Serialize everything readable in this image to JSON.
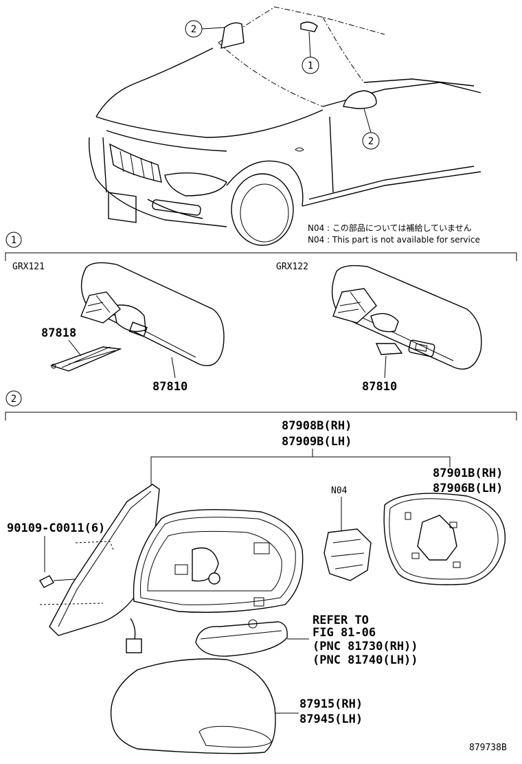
{
  "callouts": {
    "c1": "1",
    "c2": "2"
  },
  "notes": {
    "jp": "N04 :  この部品については補給していません",
    "en": "N04 :  This part is not available for service"
  },
  "groups": {
    "grx121": "GRX121",
    "grx122": "GRX122"
  },
  "parts": {
    "p87818": "87818",
    "p87810a": "87810",
    "p87810b": "87810",
    "p87908": "87908B(RH)",
    "p87909": "87909B(LH)",
    "p87901": "87901B(RH)",
    "p87906": "87906B(LH)",
    "n04": "N04",
    "p90109": "90109-C0011(6)",
    "refer1": "REFER TO",
    "refer2": "FIG 81-06",
    "refer3": "(PNC 81730(RH))",
    "refer4": "(PNC 81740(LH))",
    "p87915": "87915(RH)",
    "p87945": "87945(LH)"
  },
  "figure_id": "879738B"
}
